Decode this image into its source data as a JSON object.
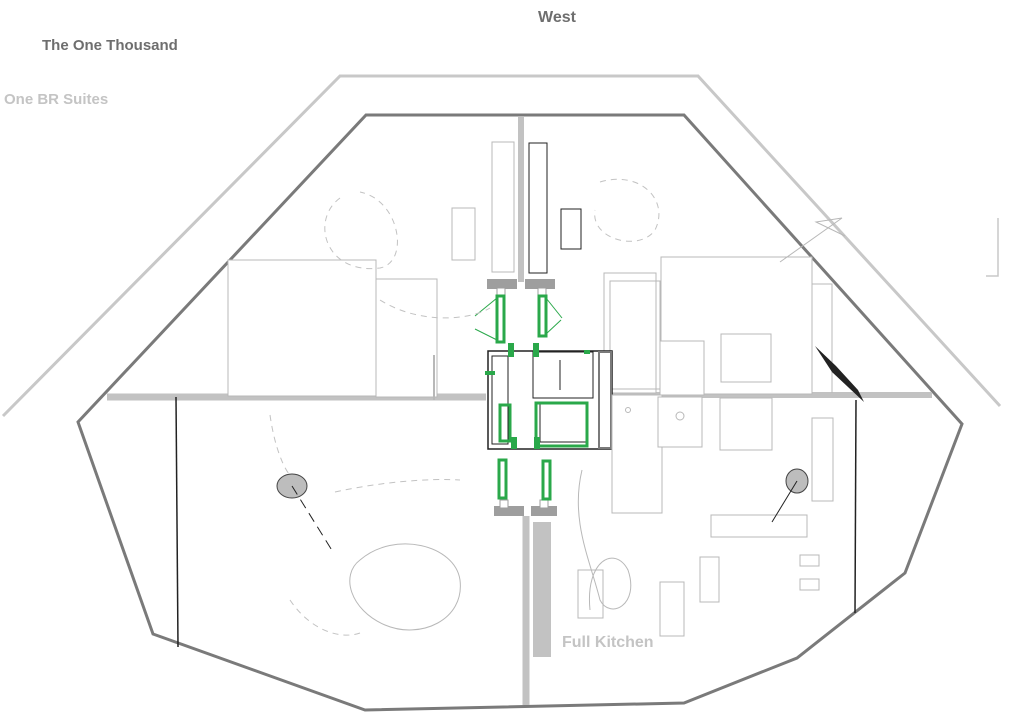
{
  "labels": {
    "compass_west": "West",
    "building_name": "The One Thousand",
    "unit_type": "One BR Suites",
    "kitchen": "Full Kitchen"
  },
  "colors": {
    "outer_wall": "#c8c8c8",
    "inner_wall": "#7a7a7a",
    "partition": "#c2c2c2",
    "furniture": "#b8b8b8",
    "fixture_green": "#2aa84a",
    "dark_line": "#222222",
    "round_table": "#bdbdbd",
    "label_dark": "#6e6e6e",
    "label_light": "#c4c4c4"
  }
}
